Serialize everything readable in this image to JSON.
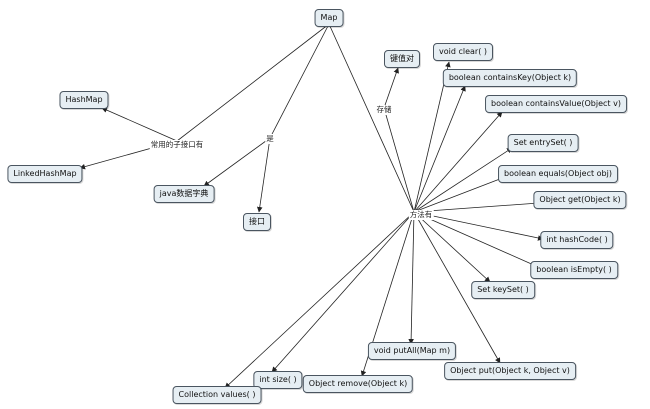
{
  "colors": {
    "node_fill": "#e6eef3",
    "node_border": "#4a5560",
    "edge": "#222222"
  },
  "nodes": {
    "map": "Map",
    "hashmap": "HashMap",
    "linkedhashmap": "LinkedHashMap",
    "java_dict": "java数据字典",
    "interface": "接口",
    "kv_pair": "键值对",
    "clear": "void clear( )",
    "containsKey": "boolean containsKey(Object k)",
    "containsValue": "boolean containsValue(Object v)",
    "entrySet": "Set entrySet( )",
    "equals": "boolean equals(Object obj)",
    "get": "Object get(Object k)",
    "hashCode": "int hashCode( )",
    "isEmpty": "boolean isEmpty( )",
    "keySet": "Set keySet( )",
    "put": "Object put(Object k, Object v)",
    "putAll": "void putAll(Map m)",
    "remove": "Object remove(Object k)",
    "size": "int size( )",
    "values": "Collection values( )"
  },
  "links": {
    "subinterfaces": "常用的子接口有",
    "is": "是",
    "stores": "存储",
    "methods": "方法有"
  }
}
